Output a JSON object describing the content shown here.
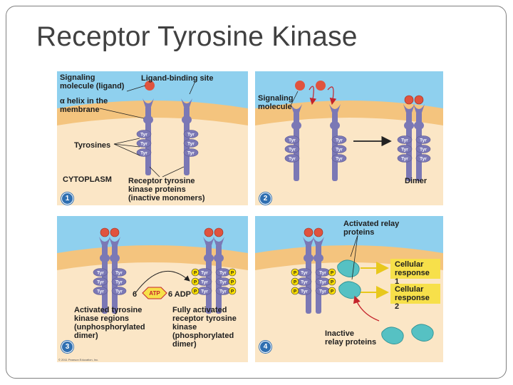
{
  "slide": {
    "title": "Receptor Tyrosine Kinase"
  },
  "panel1": {
    "step": "1",
    "signaling_molecule": "Signaling\nmolecule (ligand)",
    "ligand_binding_site": "Ligand-binding site",
    "alpha_helix": "α helix in the\nmembrane",
    "tyrosines": "Tyrosines",
    "cytoplasm": "CYTOPLASM",
    "receptor_proteins": "Receptor tyrosine\nkinase proteins\n(inactive monomers)"
  },
  "panel2": {
    "step": "2",
    "signaling_molecule": "Signaling\nmolecule",
    "dimer": "Dimer"
  },
  "panel3": {
    "step": "3",
    "atp_count": "6",
    "atp": "ATP",
    "adp": "6 ADP",
    "activated_regions": "Activated tyrosine\nkinase regions\n(unphosphorylated\ndimer)",
    "fully_activated": "Fully activated\nreceptor tyrosine\nkinase\n(phosphorylated\ndimer)"
  },
  "panel4": {
    "step": "4",
    "activated_relay": "Activated relay\nproteins",
    "response1": "Cellular\nresponse 1",
    "response2": "Cellular\nresponse 2",
    "inactive_relay": "Inactive\nrelay proteins"
  },
  "tyr_label": "Tyr",
  "phosphate_label": "P",
  "copyright": "© 2011 Pearson Education, Inc.",
  "colors": {
    "extracellular": "#8fd0ee",
    "membrane": "#f4c47e",
    "cytoplasm": "#fbe6c6",
    "receptor": "#7b78b5",
    "ligand": "#e0533e",
    "relay": "#56c1c3",
    "response": "#f7e04a",
    "step_badge": "#2f6fb1"
  }
}
